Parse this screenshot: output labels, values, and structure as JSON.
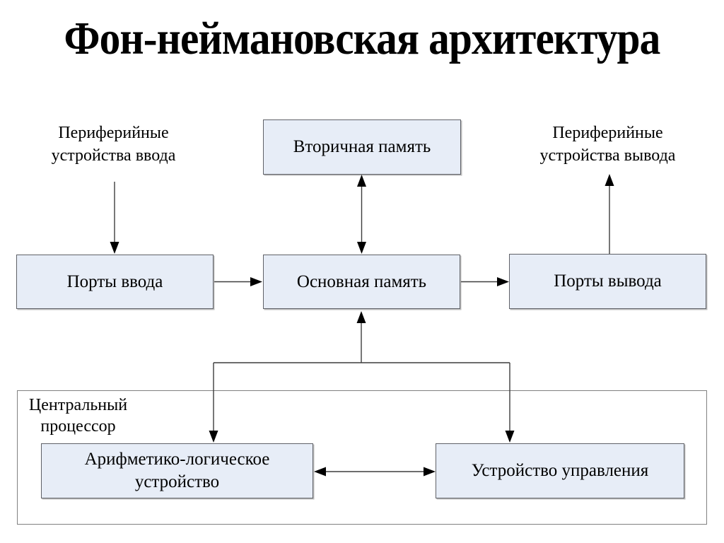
{
  "title": "Фон-неймановская архитектура",
  "colors": {
    "node_fill": "#e7edf7",
    "node_border": "#5f6167",
    "outer_border": "#808080",
    "line": "#3d3d3d",
    "arrowhead": "#000000",
    "background": "#ffffff",
    "text": "#000000"
  },
  "nodes": {
    "secondary_memory": "Вторичная память",
    "input_peripherals": "Периферийные устройства ввода",
    "output_peripherals": "Периферийные устройства вывода",
    "input_ports": "Порты ввода",
    "main_memory": "Основная память",
    "output_ports": "Порты вывода",
    "cpu": "Центральный процессор",
    "alu": "Арифметико-логическое устройство",
    "control_unit": "Устройство управления"
  },
  "edges": [
    {
      "from": "secondary_memory",
      "to": "main_memory",
      "arrows": "both"
    },
    {
      "from": "input_peripherals",
      "to": "input_ports",
      "arrows": "to"
    },
    {
      "from": "output_ports",
      "to": "output_peripherals",
      "arrows": "to"
    },
    {
      "from": "input_ports",
      "to": "main_memory",
      "arrows": "to"
    },
    {
      "from": "main_memory",
      "to": "output_ports",
      "arrows": "to"
    },
    {
      "from": "cpu_bus",
      "to": "main_memory",
      "arrows": "to"
    },
    {
      "from": "cpu_bus",
      "to": "alu",
      "arrows": "to"
    },
    {
      "from": "cpu_bus",
      "to": "control_unit",
      "arrows": "to"
    },
    {
      "from": "alu",
      "to": "control_unit",
      "arrows": "both"
    }
  ]
}
